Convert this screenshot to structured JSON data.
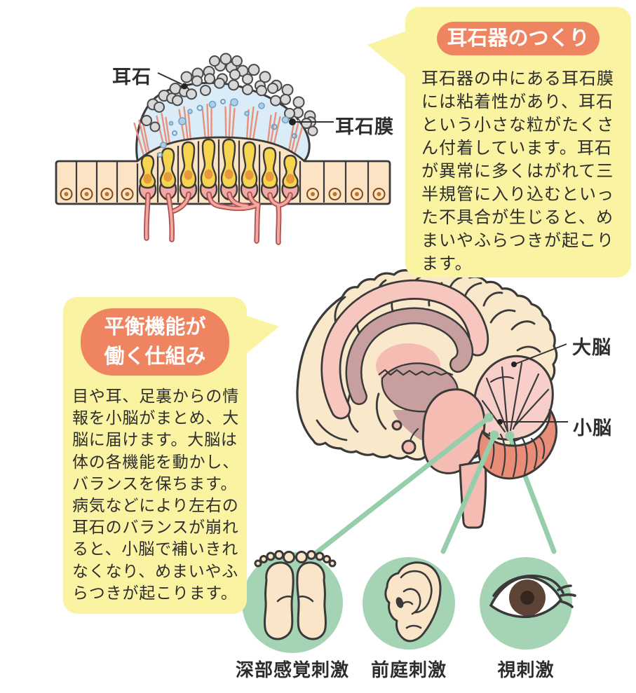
{
  "palette": {
    "yellow_box": "#FAF3A2",
    "orange_pill": "#EF8461",
    "ink": "#2d2d2d",
    "outline": "#3a3a3a",
    "cilia": "#E8927C",
    "membrane_blue": "#D9ECF8",
    "bubble_blue": "#AECFE6",
    "bubble_ring": "#6FA3C4",
    "otolith_gray": "#D8D8D8",
    "cell_peach": "#FBE3C3",
    "nucleus_ring": "#7d4a1a",
    "nucleus_dot": "#c07428",
    "hair_yellow": "#F6D44F",
    "hair_nucleus": "#E79A3D",
    "nerve_pink": "#F2A8A3",
    "nerve_red": "#B2504F",
    "brain_cream": "#FAE8CA",
    "brain_pink": "#F6C6BF",
    "brain_mauve": "#C79F9F",
    "brainstem_pink": "#F5BCB4",
    "cerebellum_pink": "#F8CEC8",
    "cerebellum_coral": "#E98C78",
    "green_line": "#96CEAB",
    "green_circle": "#A5D4B4",
    "skin_peach": "#FBE5C9",
    "eye_brown": "#5E4437",
    "eye_pupil": "#35261F"
  },
  "otolith_diagram": {
    "label_otolith": "耳石",
    "label_membrane": "耳石膜"
  },
  "structure_box": {
    "title": "耳石器のつくり",
    "body": "耳石器の中にある耳石膜\nには粘着性があり、耳石\nという小さな粒がたくさ\nん付着しています。耳石\nが異常に多くはがれて三\n半規管に入り込むといっ\nた不具合が生じると、め\nまいやふらつきが起こり\nます。"
  },
  "mechanism_box": {
    "title": "平衡機能が\n働く仕組み",
    "body": "目や耳、足裏からの情\n報を小脳がまとめ、大\n脳に届けます。大脳は\n体の各機能を動かし、\nバランスを保ちます。\n病気などにより左右の\n耳石のバランスが崩れ\nると、小脳で補いきれ\nなくなり、めまいやふ\nらつきが起こります。"
  },
  "brain": {
    "label_cerebrum": "大脳",
    "label_cerebellum": "小脳"
  },
  "stimuli": [
    {
      "icon": "feet-icon",
      "label": "深部感覚刺激"
    },
    {
      "icon": "ear-icon",
      "label": "前庭刺激"
    },
    {
      "icon": "eye-icon",
      "label": "視刺激"
    }
  ]
}
